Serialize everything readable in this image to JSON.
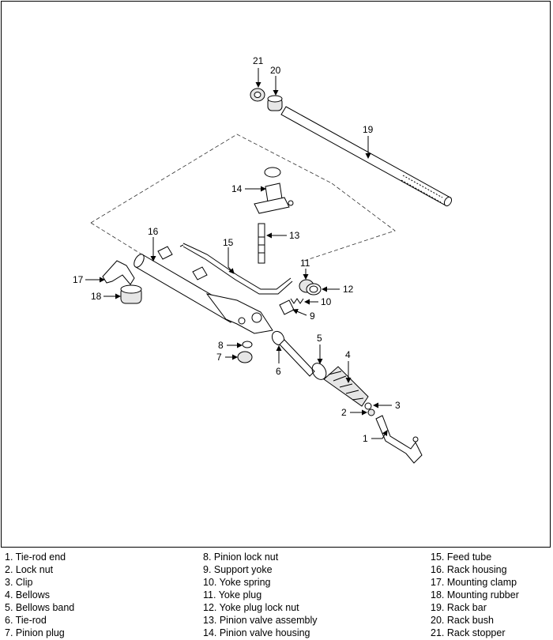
{
  "callouts": [
    "1",
    "2",
    "3",
    "4",
    "5",
    "6",
    "7",
    "8",
    "9",
    "10",
    "11",
    "12",
    "13",
    "14",
    "15",
    "16",
    "17",
    "18",
    "19",
    "20",
    "21"
  ],
  "legend": {
    "col1": [
      "1. Tie-rod end",
      "2. Lock nut",
      "3. Clip",
      "4. Bellows",
      "5. Bellows band",
      "6. Tie-rod",
      "7. Pinion plug"
    ],
    "col2": [
      "8. Pinion lock nut",
      "9. Support yoke",
      "10. Yoke spring",
      "11. Yoke plug",
      "12. Yoke plug lock nut",
      "13. Pinion valve assembly",
      "14. Pinion valve housing"
    ],
    "col3": [
      "15. Feed tube",
      "16. Rack housing",
      "17. Mounting clamp",
      "18. Mounting rubber",
      "19. Rack bar",
      "20. Rack bush",
      "21. Rack stopper"
    ]
  }
}
